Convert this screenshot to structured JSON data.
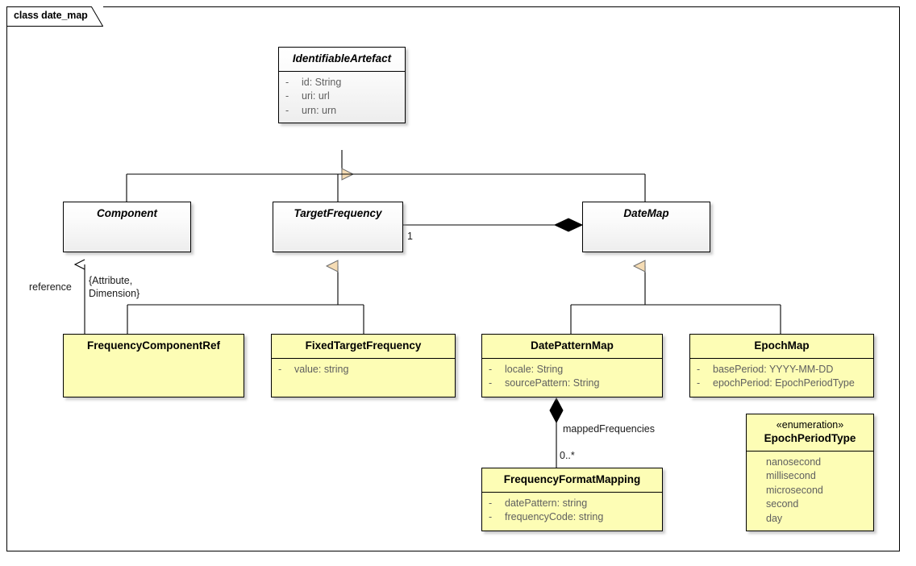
{
  "diagram": {
    "title": "class date_map",
    "type": "uml-class-diagram"
  },
  "classes": {
    "identifiable_artefact": {
      "name": "IdentifiableArtefact",
      "abstract": true,
      "style": "gray",
      "attributes": [
        {
          "visibility": "-",
          "text": "id: String"
        },
        {
          "visibility": "-",
          "text": "uri: url"
        },
        {
          "visibility": "-",
          "text": "urn: urn"
        }
      ]
    },
    "component": {
      "name": "Component",
      "abstract": true,
      "style": "gray",
      "attributes": []
    },
    "target_frequency": {
      "name": "TargetFrequency",
      "abstract": true,
      "style": "gray",
      "attributes": []
    },
    "date_map": {
      "name": "DateMap",
      "abstract": true,
      "style": "gray",
      "attributes": []
    },
    "frequency_component_ref": {
      "name": "FrequencyComponentRef",
      "abstract": false,
      "style": "yellow",
      "attributes": []
    },
    "fixed_target_frequency": {
      "name": "FixedTargetFrequency",
      "abstract": false,
      "style": "yellow",
      "attributes": [
        {
          "visibility": "-",
          "text": "value: string"
        }
      ]
    },
    "date_pattern_map": {
      "name": "DatePatternMap",
      "abstract": false,
      "style": "yellow",
      "attributes": [
        {
          "visibility": "-",
          "text": "locale: String"
        },
        {
          "visibility": "-",
          "text": "sourcePattern: String"
        }
      ]
    },
    "epoch_map": {
      "name": "EpochMap",
      "abstract": false,
      "style": "yellow",
      "attributes": [
        {
          "visibility": "-",
          "text": "basePeriod: YYYY-MM-DD"
        },
        {
          "visibility": "-",
          "text": "epochPeriod: EpochPeriodType"
        }
      ]
    },
    "frequency_format_mapping": {
      "name": "FrequencyFormatMapping",
      "abstract": false,
      "style": "yellow",
      "attributes": [
        {
          "visibility": "-",
          "text": "datePattern: string"
        },
        {
          "visibility": "-",
          "text": "frequencyCode: string"
        }
      ]
    },
    "epoch_period_type": {
      "stereotype": "«enumeration»",
      "name": "EpochPeriodType",
      "style": "yellow",
      "literals": [
        "nanosecond",
        "millisecond",
        "microsecond",
        "second",
        "day"
      ]
    }
  },
  "connector_labels": {
    "reference_role": "reference",
    "component_constraint": "{Attribute,\nDimension}",
    "target_frequency_multiplicity": "1",
    "mapped_frequencies_role": "mappedFrequencies",
    "mapped_frequencies_multiplicity": "0..*"
  },
  "colors": {
    "class_border": "#000000",
    "gray_fill": "#ededed",
    "yellow_fill": "#fdfdb5",
    "generalization_arrow_fill": "#f5dcb4",
    "composition_diamond": "#000000",
    "canvas": "#ffffff",
    "attribute_text": "#5f5f5f"
  }
}
